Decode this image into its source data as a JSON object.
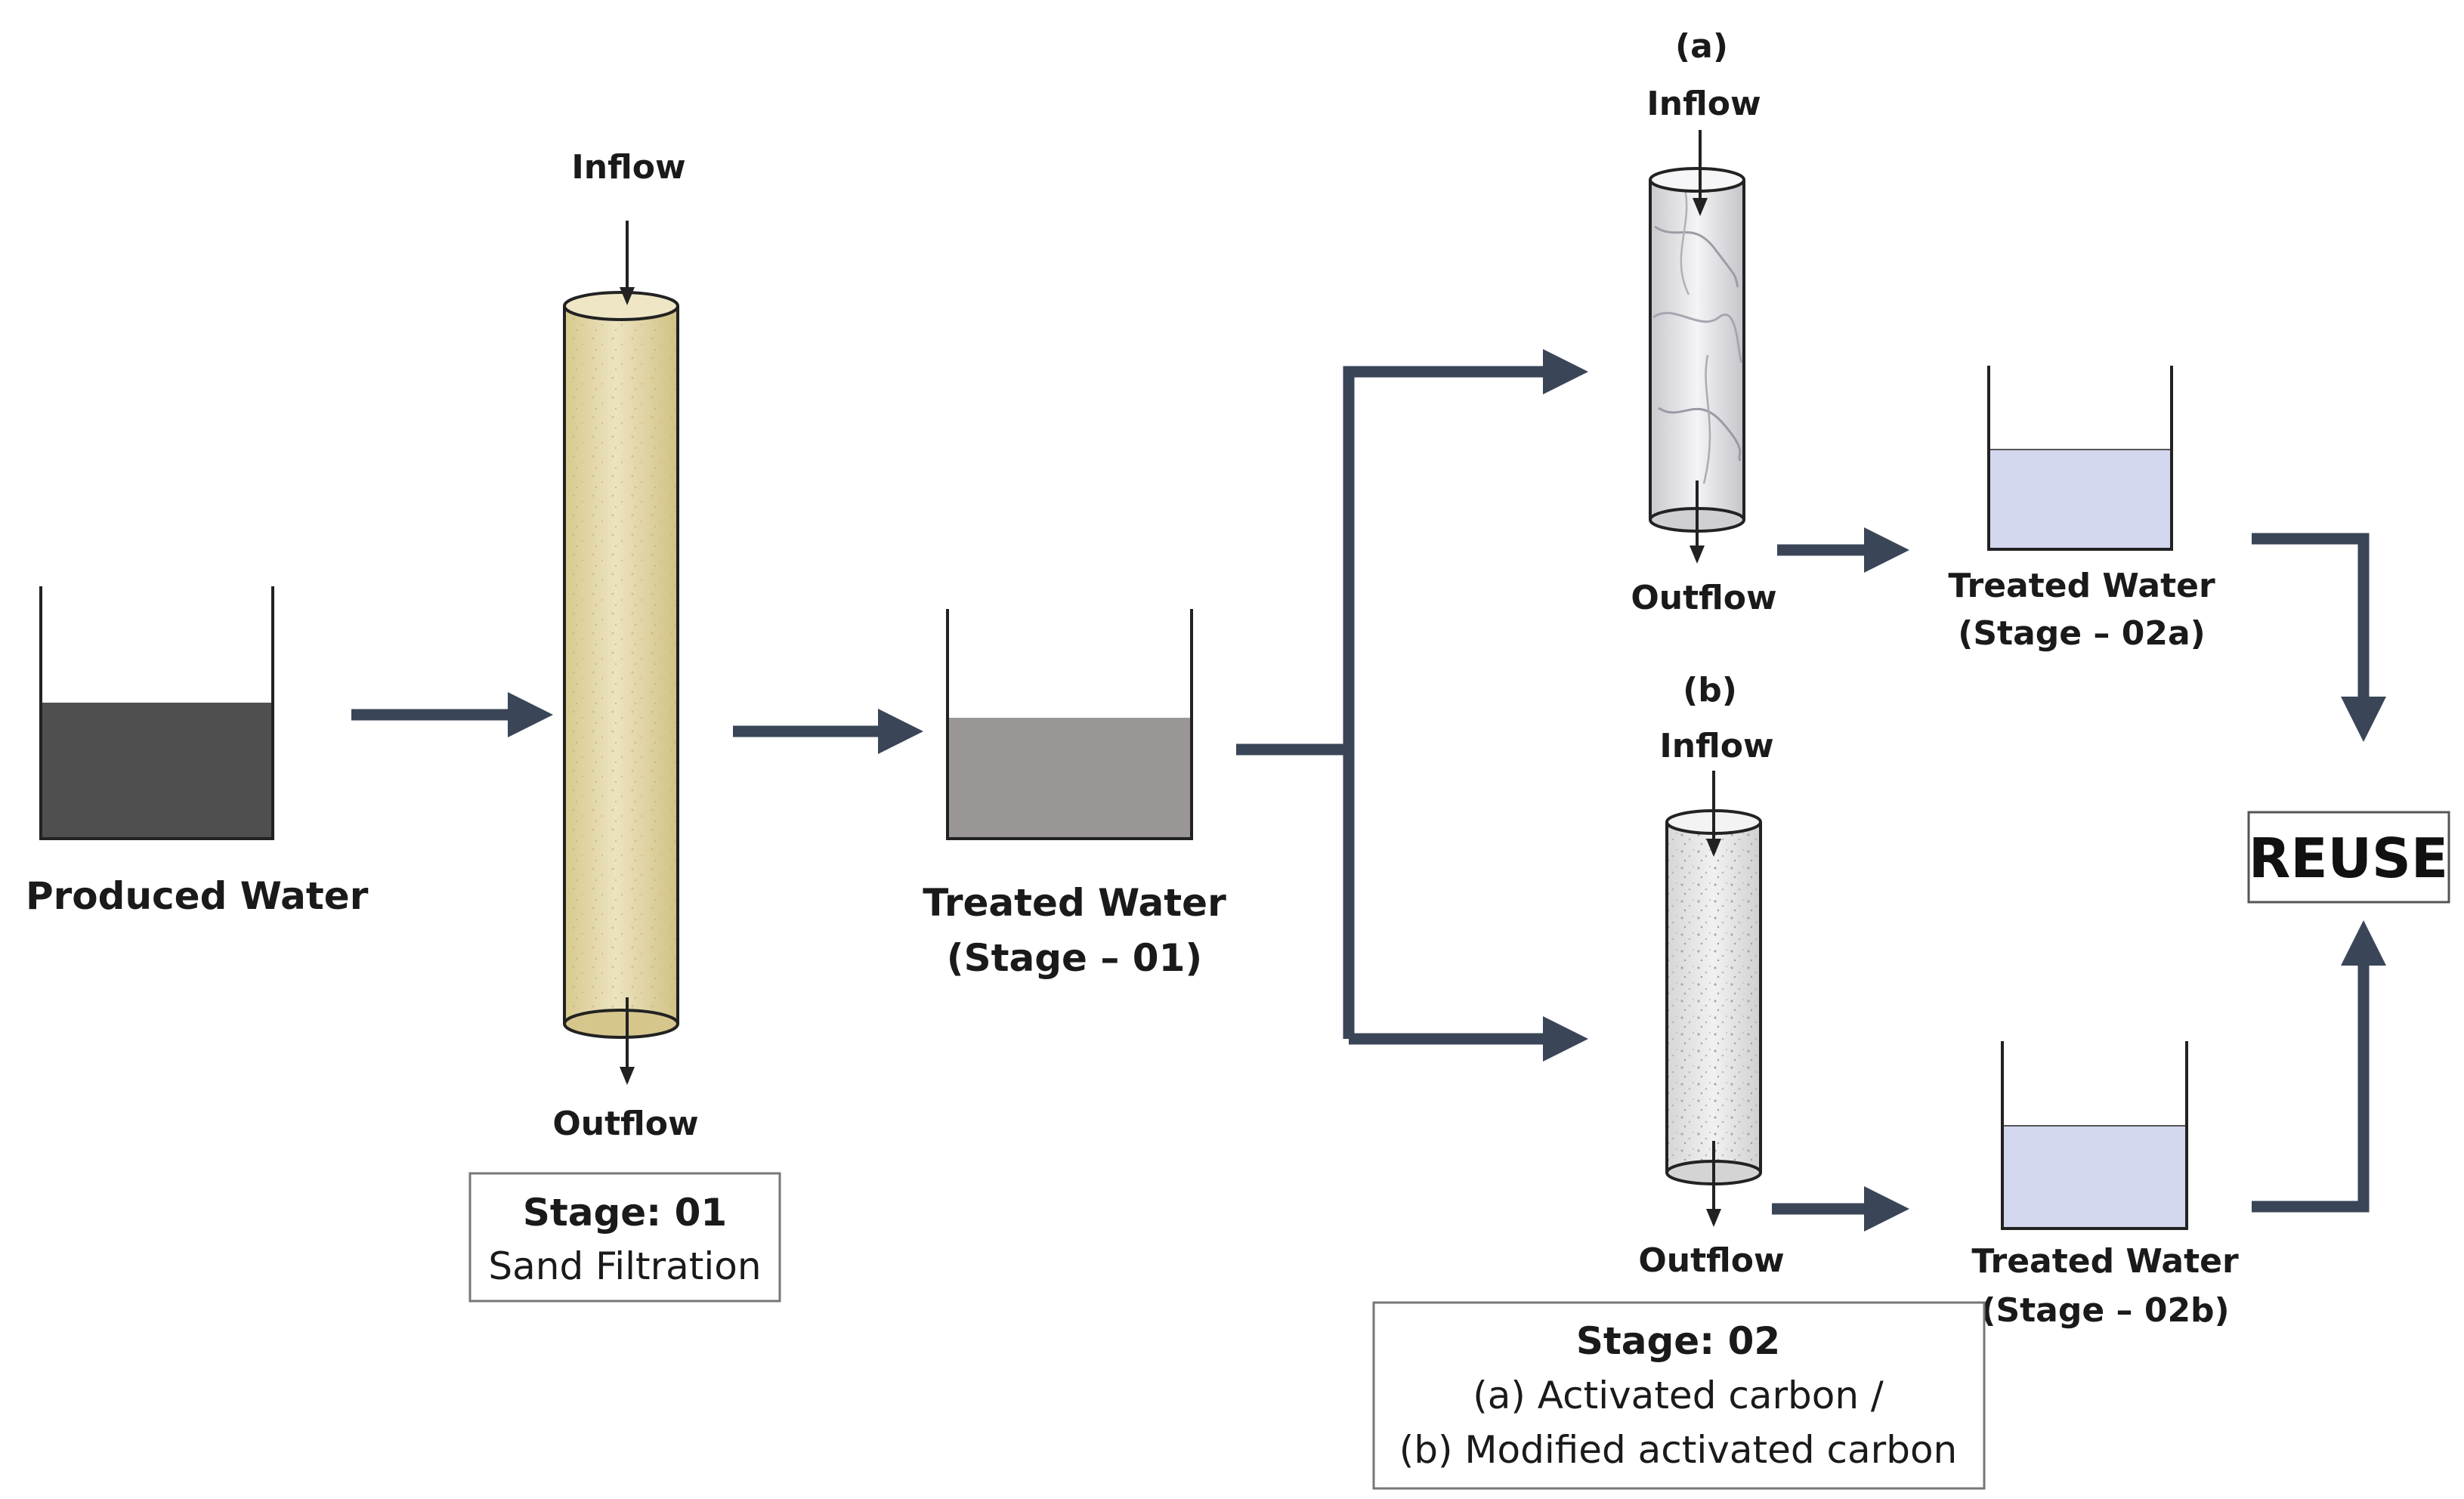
{
  "produced_water": {
    "label": "Produced Water"
  },
  "stage1": {
    "inflow": "Inflow",
    "outflow": "Outflow",
    "box_title": "Stage: 01",
    "box_line": "Sand Filtration"
  },
  "treated1": {
    "line1": "Treated Water",
    "line2": "(Stage – 01)"
  },
  "stage2a": {
    "tag": "(a)",
    "inflow": "Inflow",
    "outflow": "Outflow"
  },
  "stage2b": {
    "tag": "(b)",
    "inflow": "Inflow",
    "outflow": "Outflow"
  },
  "treated2a": {
    "line1": "Treated Water",
    "line2": "(Stage – 02a)"
  },
  "treated2b": {
    "line1": "Treated Water",
    "line2": "(Stage – 02b)"
  },
  "stage2_box": {
    "title": "Stage: 02",
    "line1": "(a) Activated carbon /",
    "line2": "(b) Modified activated carbon"
  },
  "reuse": {
    "label": "REUSE"
  },
  "colors": {
    "arrow": "#3a4558",
    "produced_water": "#4f4f4f",
    "treated_stage1": "#9a9696",
    "treated_stage2": "#d3d8ef",
    "sand": "#e2d6a8"
  },
  "icons": {
    "sand-column": "cylinder",
    "activated-carbon-column": "cylinder",
    "modified-carbon-column": "cylinder",
    "beaker": "open tank"
  }
}
